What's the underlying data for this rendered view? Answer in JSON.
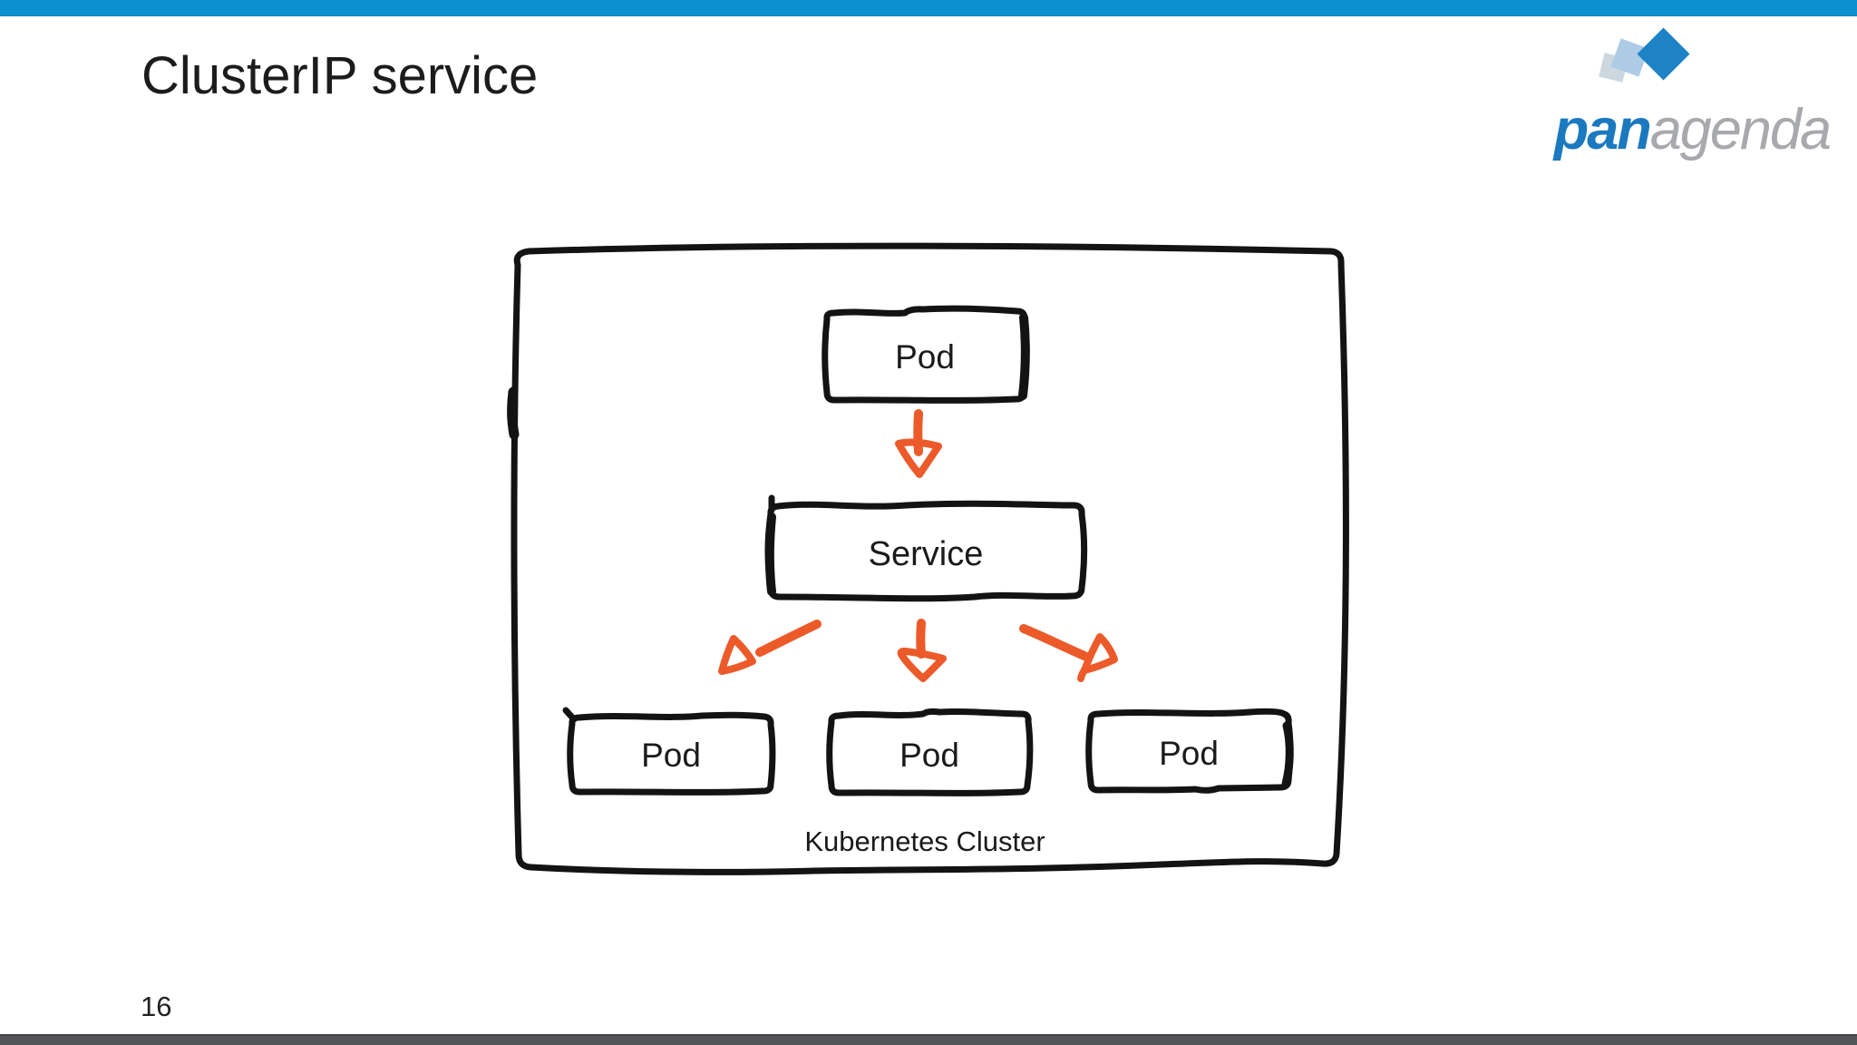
{
  "slide": {
    "title": "ClusterIP service",
    "page_number": "16"
  },
  "logo": {
    "brand": "panagenda",
    "text_bold": "pan",
    "text_light": "agenda"
  },
  "theme": {
    "top_bar_color": "#0d90d0",
    "bottom_bar_color": "#545557",
    "bottom_bar_edge_color": "#404144",
    "accent_orange": "#ec5a2a",
    "ink": "#131313",
    "text_color": "#1a1a1a",
    "logo_blue": "#1b79c0",
    "logo_gray": "#a7a9ac",
    "diamond_blue": "#1e82c6",
    "diamond_light_blue": "#aecbe6",
    "diamond_pale": "#cdd7df",
    "background": "#ffffff"
  },
  "diagram": {
    "container_label": "Kubernetes Cluster",
    "nodes": [
      {
        "id": "pod-top",
        "label": "Pod"
      },
      {
        "id": "service",
        "label": "Service"
      },
      {
        "id": "pod-left",
        "label": "Pod"
      },
      {
        "id": "pod-middle",
        "label": "Pod"
      },
      {
        "id": "pod-right",
        "label": "Pod"
      }
    ],
    "edges": [
      {
        "from": "pod-top",
        "to": "service"
      },
      {
        "from": "service",
        "to": "pod-left"
      },
      {
        "from": "service",
        "to": "pod-middle"
      },
      {
        "from": "service",
        "to": "pod-right"
      }
    ]
  }
}
